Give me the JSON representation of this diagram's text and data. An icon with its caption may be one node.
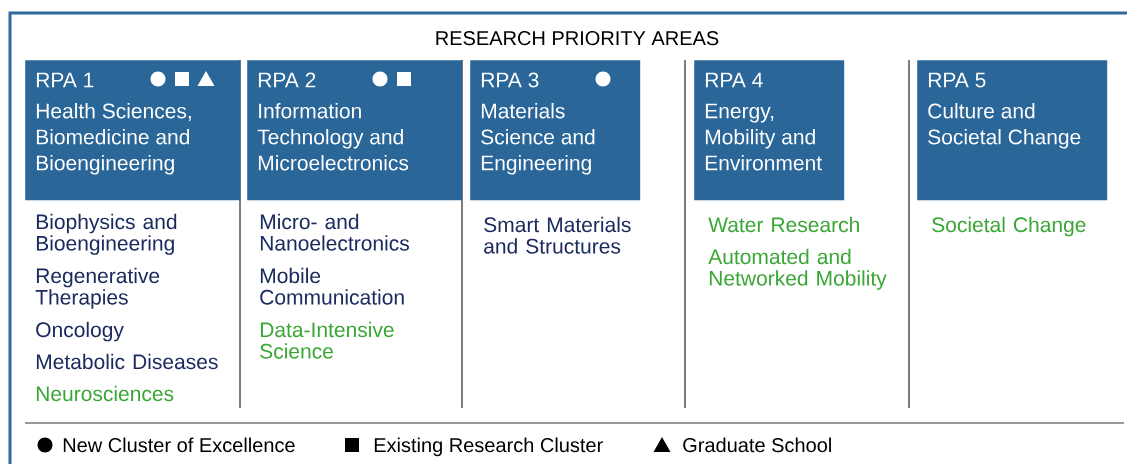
{
  "diagram": {
    "title": "RESEARCH PRIORITY AREAS",
    "nodes": [
      {
        "text": [
          "RPA 1",
          "Health Sciences, Biomedicine and Bioengineering"
        ]
      },
      {
        "text": [
          "RPA 2",
          "Information Technology and Microelectronics"
        ]
      },
      {
        "text": [
          "RPA 3",
          "Materials Science and Engineering"
        ]
      },
      {
        "text": [
          "RPA 4",
          "Energy, Mobility and Environment"
        ]
      },
      {
        "text": [
          "RPA 5",
          "Culture and Societal Change"
        ]
      }
    ],
    "labels": [
      "Biophysics and Bioengineering",
      "Regenerative Therapies",
      "Oncology",
      "Metabolic Diseases",
      "Neurosciences",
      "Micro- and Nanoelectronics",
      "Mobile Communication",
      "Data-Intensive Science",
      "Smart Materials and Structures",
      "Water Research",
      "Automated and Networked Mobility",
      "Societal Change"
    ],
    "legend": [
      {
        "text": "New Cluster of Excellence"
      },
      {
        "text": "Existing Research Cluster"
      },
      {
        "text": "Graduate School"
      }
    ]
  }
}
